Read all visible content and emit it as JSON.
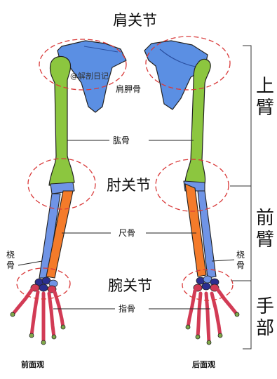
{
  "colors": {
    "humerus": "#8cc63f",
    "scapula": "#5b8fe3",
    "radius": "#6f94e6",
    "ulna": "#f47b2a",
    "carpals": "#2b2f8f",
    "hand": "#d23b55",
    "phalanx_tip": "#7fa84a",
    "outline": "#222222",
    "dashed": "#d93a3a",
    "bracket": "#333333"
  },
  "labels": {
    "shoulder_joint": "肩关节",
    "scapula": "肩胛骨",
    "humerus": "肱骨",
    "elbow_joint": "肘关节",
    "ulna": "尺骨",
    "radius_left": "桡\n骨",
    "radius_right": "桡\n骨",
    "wrist_joint": "腕关节",
    "phalanges": "指骨",
    "upper_arm": "上\n臂",
    "forearm": "前\n臂",
    "hand": "手\n部",
    "front_view": "前面观",
    "back_view": "后面观",
    "watermark": "@解剖日记"
  }
}
